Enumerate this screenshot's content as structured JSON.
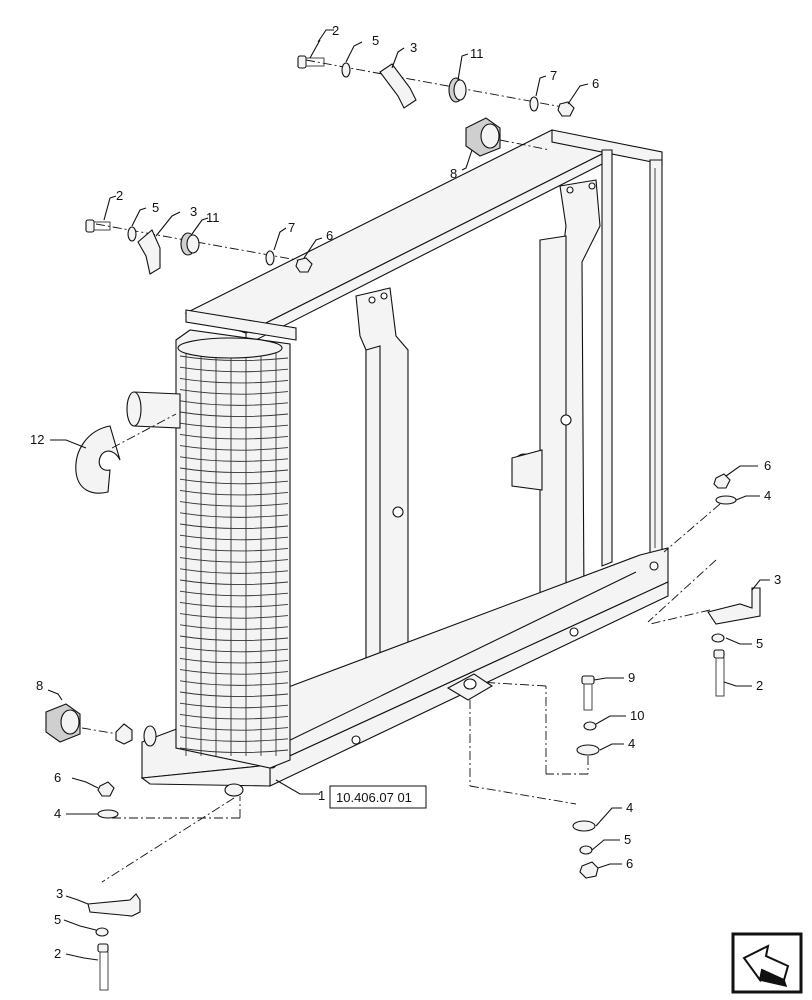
{
  "diagram": {
    "reference_box": "10.406.07 01",
    "callouts": [
      {
        "id": "c2a",
        "text": "2"
      },
      {
        "id": "c5a",
        "text": "5"
      },
      {
        "id": "c3a",
        "text": "3"
      },
      {
        "id": "c11a",
        "text": "11"
      },
      {
        "id": "c7a",
        "text": "7"
      },
      {
        "id": "c6a",
        "text": "6"
      },
      {
        "id": "c8a",
        "text": "8"
      },
      {
        "id": "c2b",
        "text": "2"
      },
      {
        "id": "c5b",
        "text": "5"
      },
      {
        "id": "c3b",
        "text": "3"
      },
      {
        "id": "c11b",
        "text": "11"
      },
      {
        "id": "c7b",
        "text": "7"
      },
      {
        "id": "c6b",
        "text": "6"
      },
      {
        "id": "c12",
        "text": "12"
      },
      {
        "id": "c6c",
        "text": "6"
      },
      {
        "id": "c4c",
        "text": "4"
      },
      {
        "id": "c3c",
        "text": "3"
      },
      {
        "id": "c5c",
        "text": "5"
      },
      {
        "id": "c2c",
        "text": "2"
      },
      {
        "id": "c9",
        "text": "9"
      },
      {
        "id": "c10",
        "text": "10"
      },
      {
        "id": "c4d",
        "text": "4"
      },
      {
        "id": "c8b",
        "text": "8"
      },
      {
        "id": "c1",
        "text": "1"
      },
      {
        "id": "c6e",
        "text": "6"
      },
      {
        "id": "c4e",
        "text": "4"
      },
      {
        "id": "c4f",
        "text": "4"
      },
      {
        "id": "c5f",
        "text": "5"
      },
      {
        "id": "c6f",
        "text": "6"
      },
      {
        "id": "c3g",
        "text": "3"
      },
      {
        "id": "c5g",
        "text": "5"
      },
      {
        "id": "c2g",
        "text": "2"
      }
    ]
  },
  "nav": {
    "icon": "next-page-arrow-icon"
  }
}
